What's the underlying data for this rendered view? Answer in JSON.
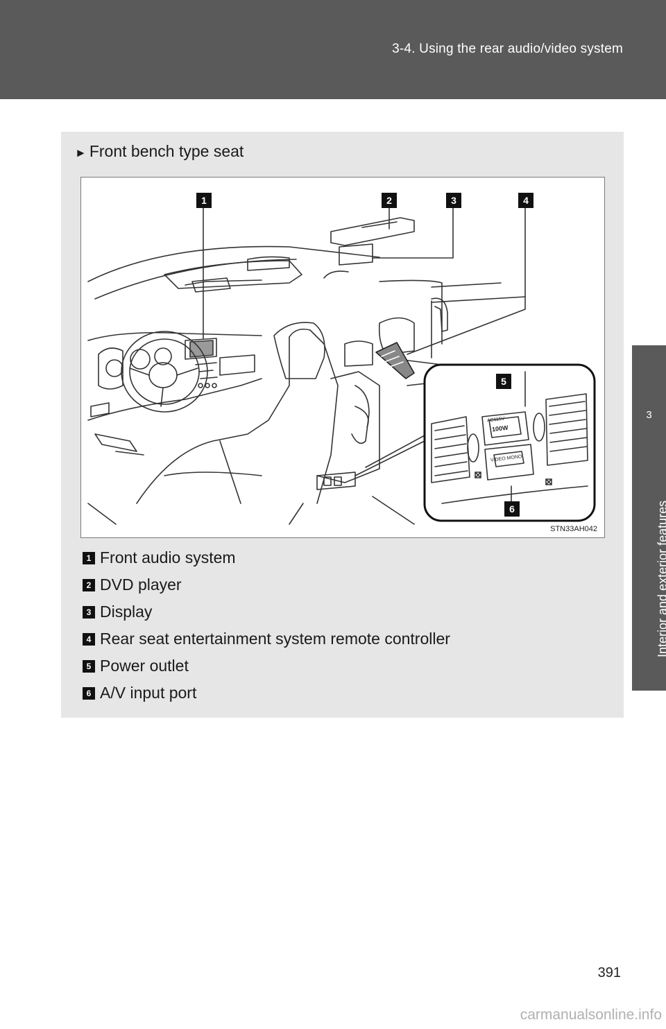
{
  "header": {
    "title": "3-4. Using the rear audio/video system"
  },
  "side_tab": {
    "number": "3",
    "label": "Interior and exterior features"
  },
  "section": {
    "subheading": "Front bench type seat",
    "bullet_glyph": "►"
  },
  "figure": {
    "code": "STN33AH042",
    "callouts": [
      "1",
      "2",
      "3",
      "4",
      "5",
      "6"
    ],
    "outlet_labels": {
      "rating": "AC115V",
      "power": "100W",
      "port": "VIDEO MONO"
    }
  },
  "legend": [
    {
      "num": "1",
      "label": "Front audio system"
    },
    {
      "num": "2",
      "label": "DVD player"
    },
    {
      "num": "3",
      "label": "Display"
    },
    {
      "num": "4",
      "label": "Rear seat entertainment system remote controller"
    },
    {
      "num": "5",
      "label": "Power outlet"
    },
    {
      "num": "6",
      "label": "A/V input port"
    }
  ],
  "page_number": "391",
  "watermark": "carmanualsonline.info"
}
